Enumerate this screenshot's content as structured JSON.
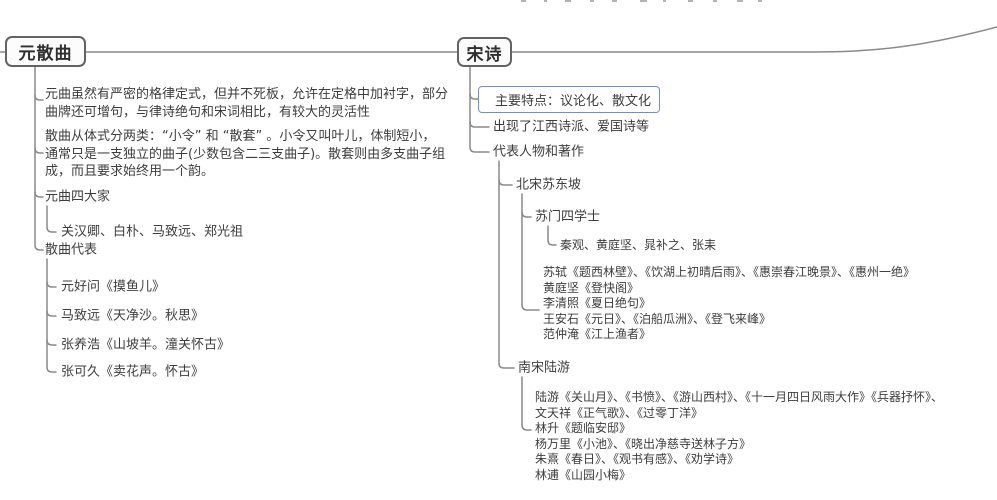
{
  "colors": {
    "line": "#8a8a8a",
    "text": "#3d3d3d",
    "node_border": "#636363",
    "feature_border": "#6d8fdb",
    "background": "#ffffff"
  },
  "yuan": {
    "title": "元散曲",
    "flexibility_note": "元曲虽然有严密的格律定式，但并不死板，允许在定格中加衬字，部分\n曲牌还可增句，与律诗绝句和宋词相比，有较大的灵活性",
    "form_note": "散曲从体式分两类：“小令” 和 “散套” 。小令又叫叶儿，体制短小，\n通常只是一支独立的曲子(少数包含二三支曲子)。散套则由多支曲子组\n成，而且要求始终用一个韵。",
    "four_masters_label": "元曲四大家",
    "four_masters_names": "关汉卿、白朴、马致远、郑光祖",
    "representatives_label": "散曲代表",
    "representatives": [
      "元好问《摸鱼儿》",
      "马致远《天净沙。秋思》",
      "张养浩《山坡羊。潼关怀古》",
      "张可久《卖花声。怀古》"
    ]
  },
  "song": {
    "title": "宋诗",
    "features": "主要特点：议论化、散文化",
    "schools": "出现了江西诗派、爱国诗等",
    "figures_label": "代表人物和著作",
    "north_label": "北宋苏东坡",
    "four_scholars_label": "苏门四学士",
    "four_scholars_names": "秦观、黄庭坚、晁补之、张耒",
    "north_works": "苏轼《题西林壁》、《饮湖上初晴后雨》、《惠崇春江晚景》、《惠州一绝》\n黄庭坚《登快阁》\n李清照《夏日绝句》\n王安石《元日》、《泊船瓜洲》、《登飞来峰》\n范仲淹《江上渔者》",
    "south_label": "南宋陆游",
    "south_works": "陆游《关山月》、《书愤》、《游山西村》、《十一月四日风雨大作》《兵器抒怀》、\n文天祥《正气歌》、《过零丁洋》\n林升《题临安邸》\n杨万里《小池》、《晓出净慈寺送林子方》\n朱熹《春日》、《观书有感》、《劝学诗》\n林逋《山园小梅》"
  }
}
